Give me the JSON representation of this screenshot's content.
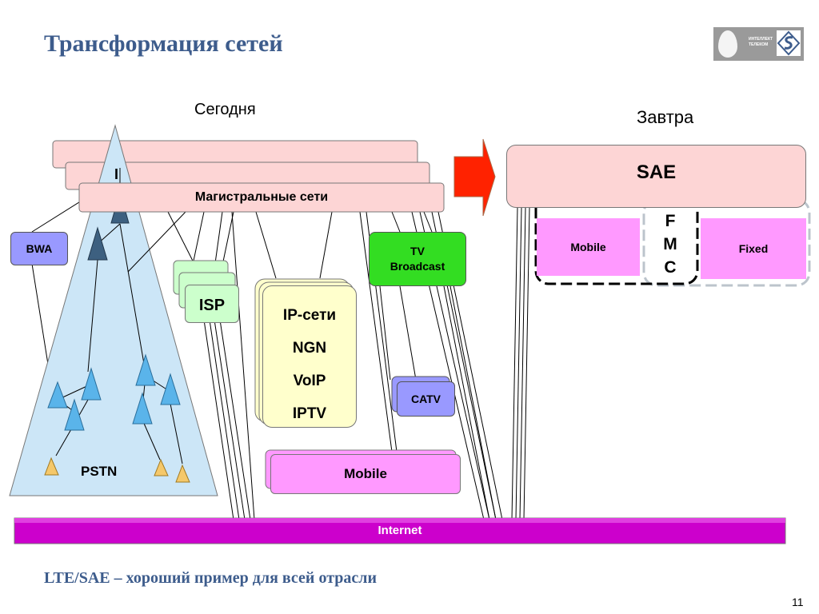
{
  "title": "Трансформация сетей",
  "footer": "LTE/SAE – хороший пример для всей отрасли",
  "page_number": "11",
  "today": {
    "heading": "Сегодня",
    "backbone": "Магистральные сети",
    "pyramid_marker": "I",
    "bwa": "BWA",
    "pstn": "PSTN",
    "isp": "ISP",
    "ip_stack": [
      "IP-сети",
      "NGN",
      "VoIP",
      "IPTV"
    ],
    "tv_broadcast": [
      "TV",
      "Broadcast"
    ],
    "catv": "CATV",
    "mobile": "Mobile"
  },
  "tomorrow": {
    "heading": "Завтра",
    "sae": "SAE",
    "mobile": "Mobile",
    "fmc": [
      "F",
      "M",
      "C"
    ],
    "fixed": "Fixed"
  },
  "internet": "Internet",
  "logo_text": [
    "ИНТЕЛЛЕКТ",
    "ТЕЛЕКОМ"
  ],
  "colors": {
    "title": "#3d5c8c",
    "backbone": "#fdd5d5",
    "pyramid": "#cce6f7",
    "bwa_catv": "#9999ff",
    "isp": "#ccffcc",
    "ip_stack": "#ffffcc",
    "tv": "#33dd22",
    "mobile": "#ff99ff",
    "internet": "#cc00cc",
    "arrow": "#ff2200"
  }
}
